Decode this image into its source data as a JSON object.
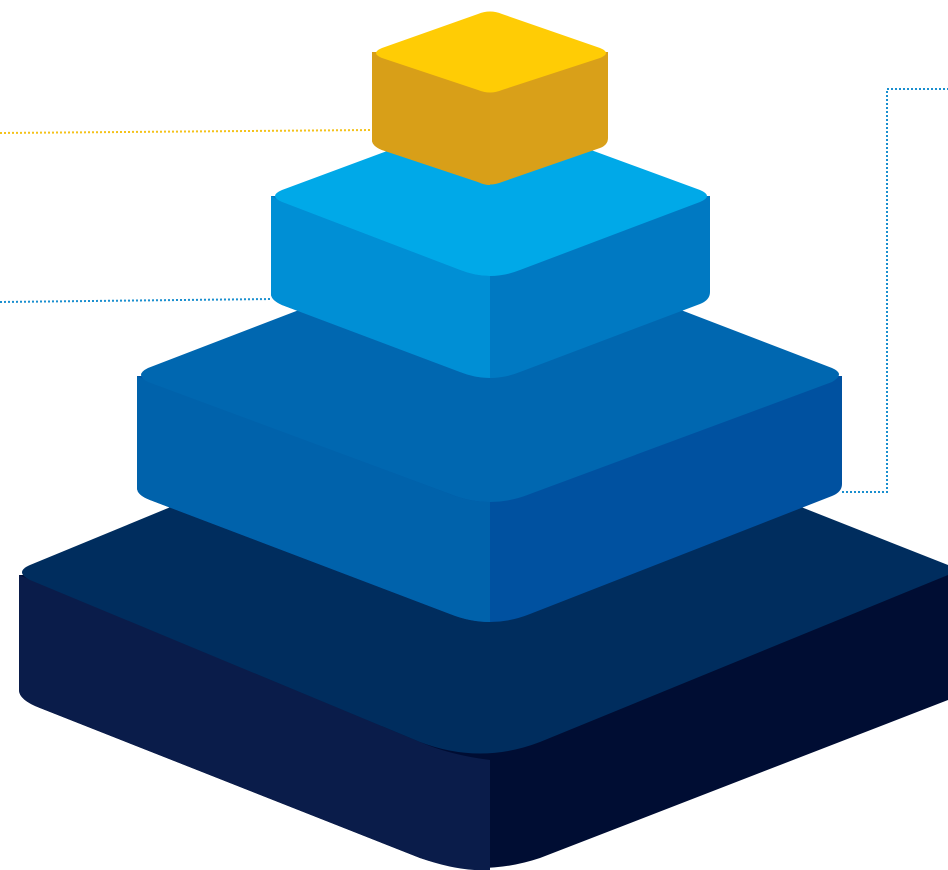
{
  "colors": {
    "background": "#ffffff",
    "tier1": {
      "top": "#002d5e",
      "left": "#0a1c4a",
      "right": "#002d5e",
      "front": "#000d33"
    },
    "tier2": {
      "top": "#0067b0",
      "left": "#0062ab",
      "right": "#00559a",
      "front": "#0051a0"
    },
    "tier3": {
      "top": "#00a9e8",
      "left": "#008fd5",
      "right": "#0083cb",
      "front": "#0079c2"
    },
    "tier4": {
      "top": "#ffcc05",
      "left": "#d89f18",
      "right": "#d69c16",
      "front": "#d9a019"
    },
    "connector_gold": "#f4c21a",
    "connector_blue": "#1a8fcf"
  },
  "diagram": {
    "type": "stacked pyramid",
    "tiers": [
      {
        "id": "base",
        "level": 1
      },
      {
        "id": "second",
        "level": 2
      },
      {
        "id": "third",
        "level": 3
      },
      {
        "id": "top",
        "level": 4
      }
    ],
    "connectors": [
      {
        "from": "top",
        "side": "left",
        "style": "dotted"
      },
      {
        "from": "third",
        "side": "left",
        "style": "dotted"
      },
      {
        "from": "second",
        "side": "right",
        "style": "dotted"
      }
    ]
  }
}
